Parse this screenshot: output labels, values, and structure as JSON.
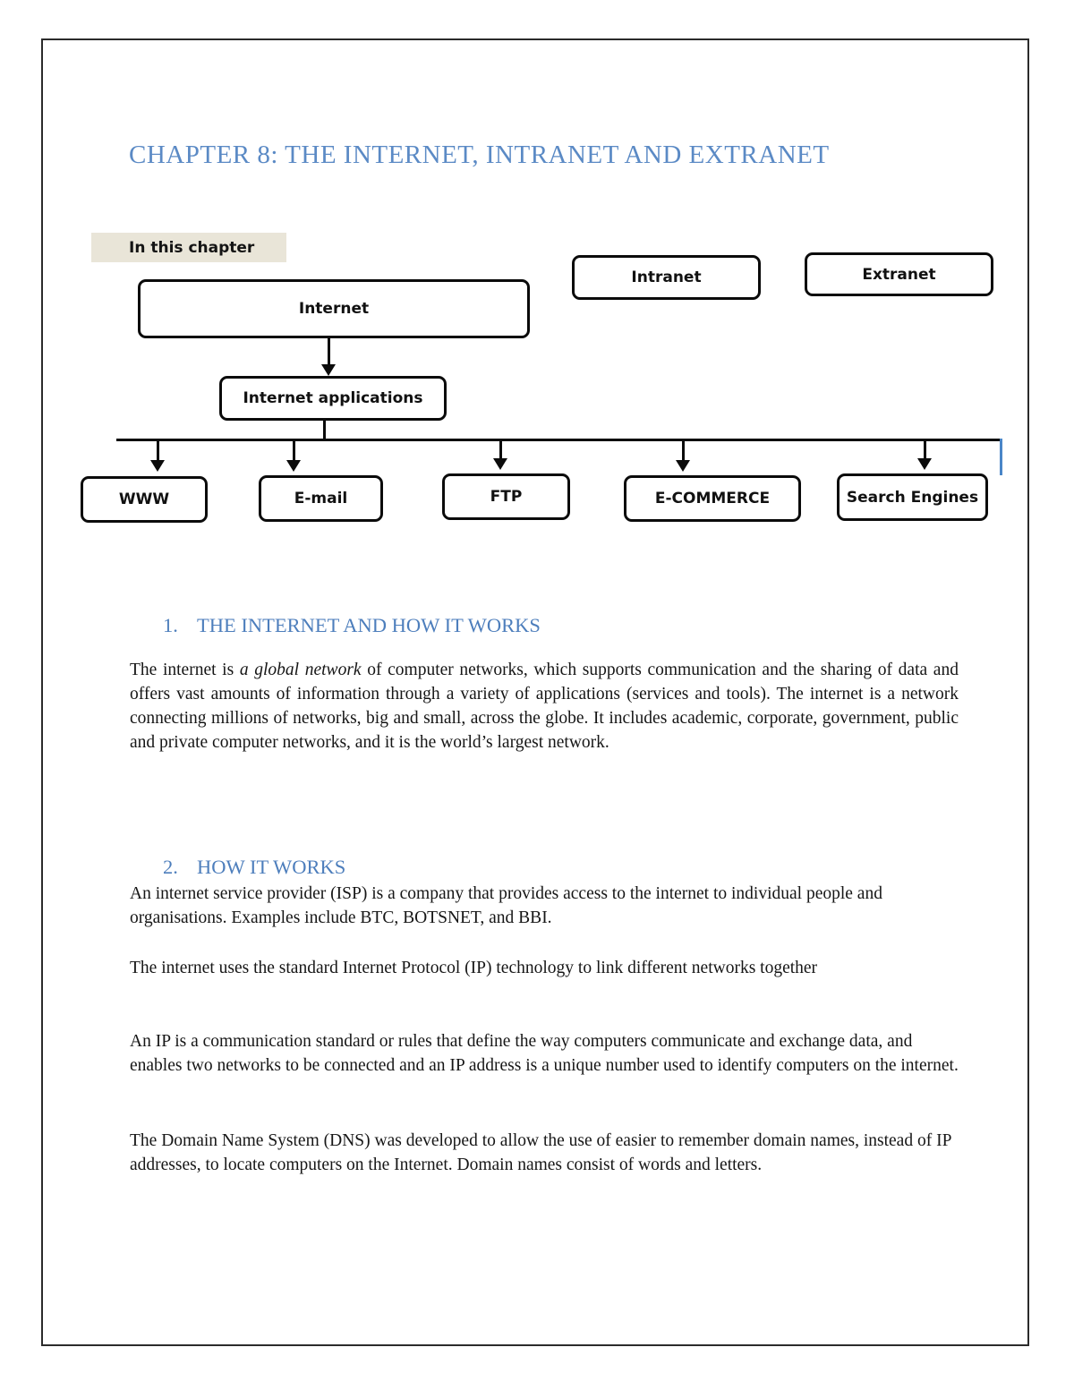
{
  "page": {
    "title": "CHAPTER 8: THE INTERNET, INTRANET AND EXTRANET"
  },
  "diagram": {
    "label": "In this chapter",
    "boxes": {
      "internet": "Internet",
      "intranet": "Intranet",
      "extranet": "Extranet",
      "internet_applications": "Internet applications",
      "www": "WWW",
      "email": "E-mail",
      "ftp": "FTP",
      "ecommerce": "E-COMMERCE",
      "search_engines": "Search Engines"
    }
  },
  "sections": [
    {
      "number": "1.",
      "heading": "THE INTERNET AND HOW IT WORKS"
    },
    {
      "number": "2.",
      "heading": "HOW IT WORKS"
    }
  ],
  "paragraphs": {
    "intro_before_italic": "The internet is ",
    "intro_italic": "a global network",
    "intro_after_italic": " of computer networks, which supports communication and the sharing of data and offers vast amounts of information through a variety of applications (services and tools). The internet is a network connecting millions of networks, big and small, across the globe. It includes academic, corporate, government, public and private computer networks, and it is the world’s largest network.",
    "isp": "An internet service provider (ISP) is a company that provides access to the internet to individual people and organisations. Examples include BTC, BOTSNET, and BBI.",
    "ip_technology": " The internet uses the standard Internet Protocol (IP) technology to link different networks together",
    "ip_standard": "An IP is a communication standard or rules that define the way computers communicate and exchange data, and enables two networks to be connected and an IP address is a unique number used to identify computers on the internet.",
    "dns": "The Domain Name System (DNS) was developed to allow the use of easier to remember domain names, instead of IP addresses, to locate computers on the Internet. Domain names consist of words and letters."
  },
  "colors": {
    "title_blue": "#5b8ac5",
    "heading_blue": "#4d7ebc",
    "label_background": "#e9e5d8",
    "connector_blue": "#4a86c8",
    "line_black": "#0b0b0b"
  }
}
